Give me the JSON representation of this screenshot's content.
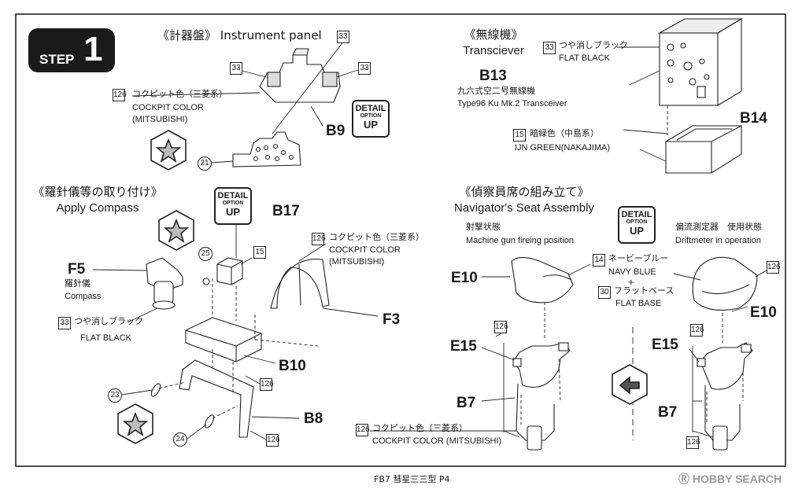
{
  "step": {
    "word": "STEP",
    "number": "1"
  },
  "badge": {
    "line1": "DETAIL",
    "line2": "OPTION",
    "line3": "UP"
  },
  "instrument": {
    "title_jp": "《計器盤》",
    "title_en": "Instrument panel",
    "color_num": "126",
    "color_jp": "コクピット色（三菱系）",
    "color_en1": "COCKPIT COLOR",
    "color_en2": "(MITSUBISHI)",
    "part": "B9",
    "refs": [
      "33",
      "33",
      "33",
      "21"
    ]
  },
  "radio": {
    "title_jp": "《無線機》",
    "title_en": "Transciever",
    "c1_num": "33",
    "c1_jp": "つや消しブラック",
    "c1_en": "FLAT BLACK",
    "part1": "B13",
    "desc_jp": "九六式空二号無線機",
    "desc_en": "Type96 Ku Mk.2 Transceiver",
    "c2_num": "15",
    "c2_jp": "暗緑色（中島系）",
    "c2_en": "IJN GREEN(NAKAJIMA)",
    "part2": "B14"
  },
  "compass": {
    "title_jp": "《羅針儀等の取り付け》",
    "title_en": "Apply Compass",
    "f5": "F5",
    "f5_jp": "羅針儀",
    "f5_en": "Compass",
    "black_num": "33",
    "black_jp": "つや消しブラック",
    "black_en": "FLAT BLACK",
    "b17": "B17",
    "n25": "25",
    "n15": "15",
    "color_num": "126",
    "color_jp": "コクピット色（三菱系）",
    "color_en1": "COCKPIT COLOR",
    "color_en2": "(MITSUBISHI)",
    "f3": "F3",
    "b10": "B10",
    "b8": "B8",
    "n23": "23",
    "n24": "24",
    "n126a": "126",
    "n126b": "126"
  },
  "seat": {
    "title_jp": "《偵察員席の組み立て》",
    "title_en": "Navigator's Seat Assembly",
    "left_jp": "射撃状態",
    "left_en": "Machine gun fireing position",
    "right_jp": "偏流測定器　使用状態",
    "right_en": "Driftmeter in operation",
    "navy_num": "14",
    "navy_jp": "ネービーブルー",
    "navy_en": "NAVY BLUE",
    "plus": "+",
    "base_num": "30",
    "base_jp": "フラットベース",
    "base_en": "FLAT BASE",
    "e10": "E10",
    "e15": "E15",
    "b7": "B7",
    "cockpit_num": "126",
    "cockpit_jp": "コクピット色（三菱系）",
    "cockpit_en": "COCKPIT COLOR (MITSUBISHI)",
    "n126": "126"
  },
  "footer": {
    "page": "FB7 彗星三三型 P4",
    "brand": "HOBBY SEARCH"
  }
}
